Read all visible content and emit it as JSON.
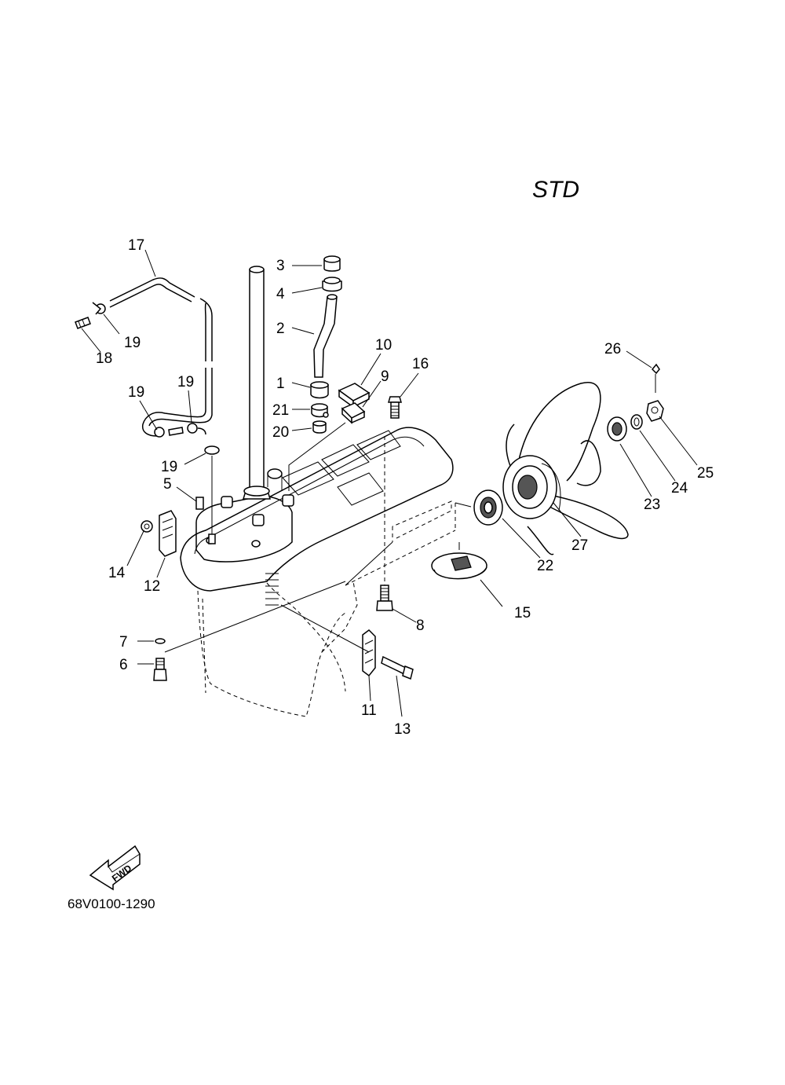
{
  "title": "STD",
  "reference_code": "68V0100-1290",
  "fwd_label": "FWD",
  "callouts": [
    {
      "id": "c1",
      "text": "1"
    },
    {
      "id": "c2",
      "text": "2"
    },
    {
      "id": "c3",
      "text": "3"
    },
    {
      "id": "c4",
      "text": "4"
    },
    {
      "id": "c5",
      "text": "5"
    },
    {
      "id": "c6",
      "text": "6"
    },
    {
      "id": "c7",
      "text": "7"
    },
    {
      "id": "c8",
      "text": "8"
    },
    {
      "id": "c9",
      "text": "9"
    },
    {
      "id": "c10",
      "text": "10"
    },
    {
      "id": "c11",
      "text": "11"
    },
    {
      "id": "c12",
      "text": "12"
    },
    {
      "id": "c13",
      "text": "13"
    },
    {
      "id": "c14",
      "text": "14"
    },
    {
      "id": "c15",
      "text": "15"
    },
    {
      "id": "c16",
      "text": "16"
    },
    {
      "id": "c17",
      "text": "17"
    },
    {
      "id": "c18",
      "text": "18"
    },
    {
      "id": "c19a",
      "text": "19"
    },
    {
      "id": "c19b",
      "text": "19"
    },
    {
      "id": "c19c",
      "text": "19"
    },
    {
      "id": "c19d",
      "text": "19"
    },
    {
      "id": "c20",
      "text": "20"
    },
    {
      "id": "c21",
      "text": "21"
    },
    {
      "id": "c22",
      "text": "22"
    },
    {
      "id": "c23",
      "text": "23"
    },
    {
      "id": "c24",
      "text": "24"
    },
    {
      "id": "c25",
      "text": "25"
    },
    {
      "id": "c26",
      "text": "26"
    },
    {
      "id": "c27",
      "text": "27"
    }
  ]
}
